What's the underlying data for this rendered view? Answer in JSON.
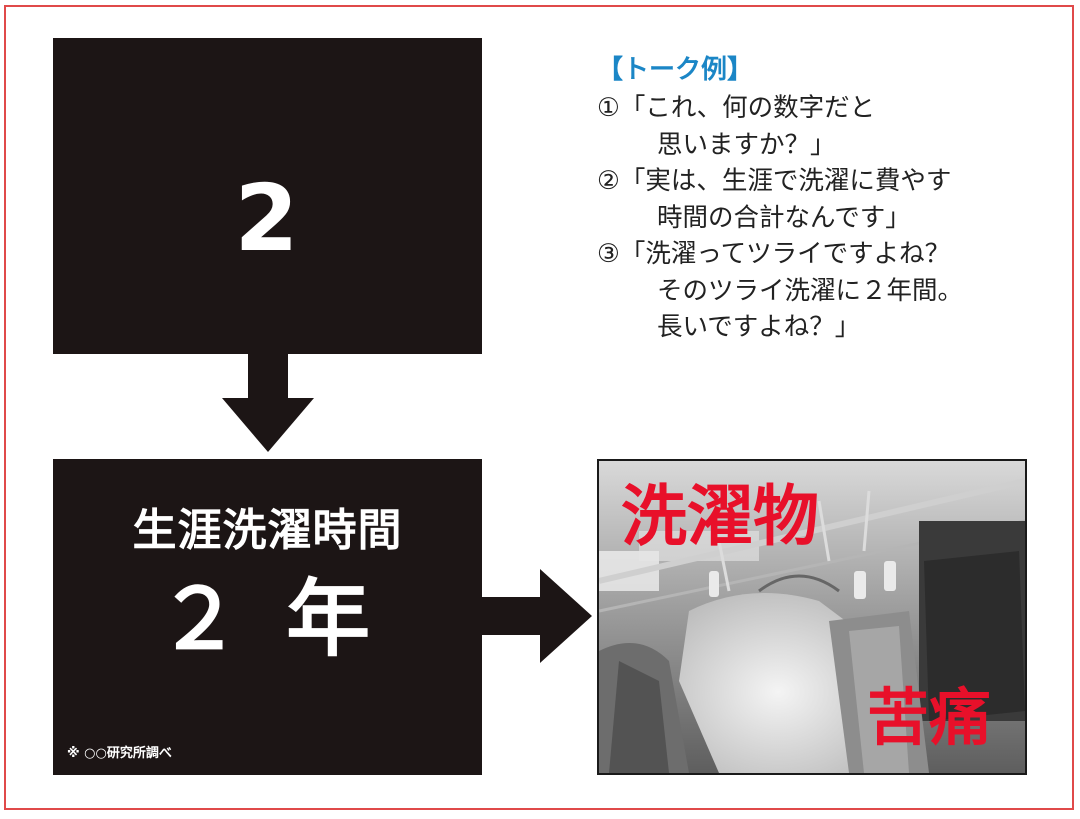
{
  "slide1": {
    "number": "2"
  },
  "slide2": {
    "title": "生涯洗濯時間",
    "value": "２ 年",
    "note": "※ ○○研究所調べ"
  },
  "talk_example": {
    "heading": "【トーク例】",
    "lines": [
      "①「これ、何の数字だと",
      "思いますか？」",
      "②「実は、生涯で洗濯に費やす",
      "時間の合計なんです」",
      "③「洗濯ってツライですよね？",
      "そのツライ洗濯に２年間。",
      "長いですよね？」"
    ]
  },
  "photo": {
    "caption_top": "洗濯物",
    "caption_bottom": "苦痛"
  },
  "colors": {
    "frame": "#e04a4a",
    "slide_bg": "#1c1515",
    "heading_blue": "#1b86c6",
    "caption_red": "#e8102a"
  }
}
